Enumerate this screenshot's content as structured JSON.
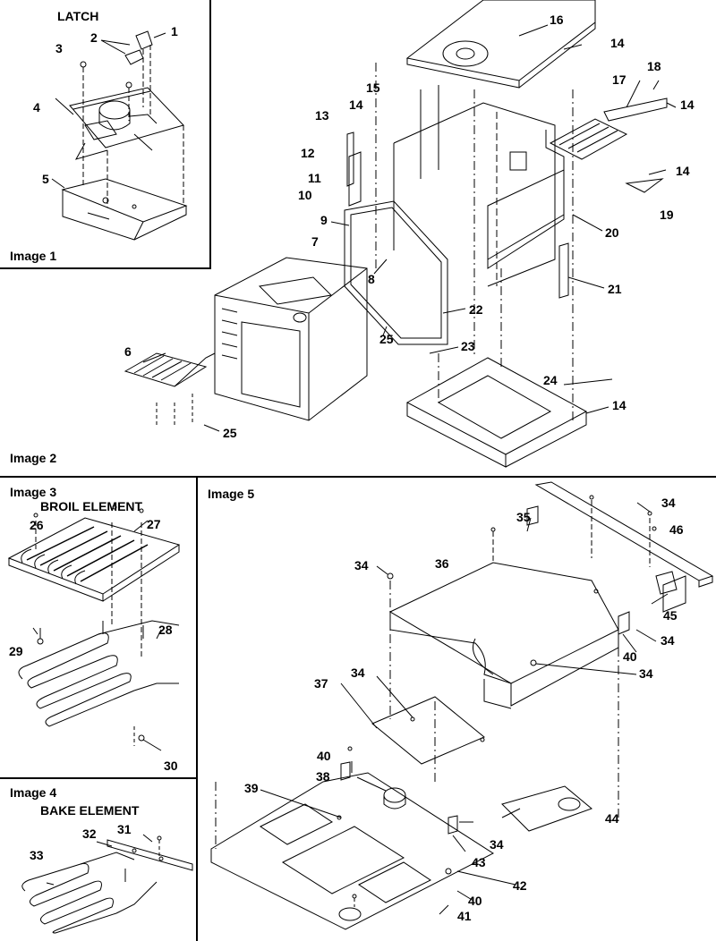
{
  "diagram": {
    "type": "exploded-parts-diagram",
    "panels": [
      {
        "id": "image1",
        "label": "Image 1",
        "title": "LATCH",
        "parts": [
          "1",
          "2",
          "3",
          "4",
          "5"
        ]
      },
      {
        "id": "image2",
        "label": "Image 2",
        "title": "",
        "parts": [
          "6",
          "7",
          "8",
          "9",
          "10",
          "11",
          "12",
          "13",
          "14",
          "15",
          "16",
          "17",
          "18",
          "19",
          "20",
          "21",
          "22",
          "23",
          "24",
          "25"
        ]
      },
      {
        "id": "image3",
        "label": "Image 3",
        "title": "BROIL ELEMENT",
        "parts": [
          "26",
          "27",
          "28",
          "29",
          "30"
        ]
      },
      {
        "id": "image4",
        "label": "Image 4",
        "title": "BAKE ELEMENT",
        "parts": [
          "31",
          "32",
          "33"
        ]
      },
      {
        "id": "image5",
        "label": "Image 5",
        "title": "",
        "parts": [
          "34",
          "35",
          "36",
          "37",
          "38",
          "39",
          "40",
          "41",
          "42",
          "43",
          "44",
          "45",
          "46"
        ]
      }
    ]
  },
  "callouts": {
    "p1": "1",
    "p2": "2",
    "p3": "3",
    "p4": "4",
    "p5": "5",
    "p6": "6",
    "p7": "7",
    "p8": "8",
    "p9": "9",
    "p10": "10",
    "p11": "11",
    "p12": "12",
    "p13": "13",
    "p14a": "14",
    "p14b": "14",
    "p14c": "14",
    "p14d": "14",
    "p14e": "14",
    "p15": "15",
    "p16": "16",
    "p17": "17",
    "p18": "18",
    "p19": "19",
    "p20": "20",
    "p21": "21",
    "p22": "22",
    "p23": "23",
    "p24": "24",
    "p25a": "25",
    "p25b": "25",
    "p26": "26",
    "p27": "27",
    "p28": "28",
    "p29": "29",
    "p30": "30",
    "p31": "31",
    "p32": "32",
    "p33": "33",
    "p34a": "34",
    "p34b": "34",
    "p34c": "34",
    "p34d": "34",
    "p34e": "34",
    "p34f": "34",
    "p35": "35",
    "p36": "36",
    "p37": "37",
    "p38": "38",
    "p39": "39",
    "p40a": "40",
    "p40b": "40",
    "p40c": "40",
    "p41": "41",
    "p42": "42",
    "p43": "43",
    "p44": "44",
    "p45": "45",
    "p46": "46"
  },
  "labels": {
    "image1": "Image 1",
    "image1_title": "LATCH",
    "image2": "Image 2",
    "image3": "Image 3",
    "image3_title": "BROIL ELEMENT",
    "image4": "Image 4",
    "image4_title": "BAKE ELEMENT",
    "image5": "Image 5"
  }
}
